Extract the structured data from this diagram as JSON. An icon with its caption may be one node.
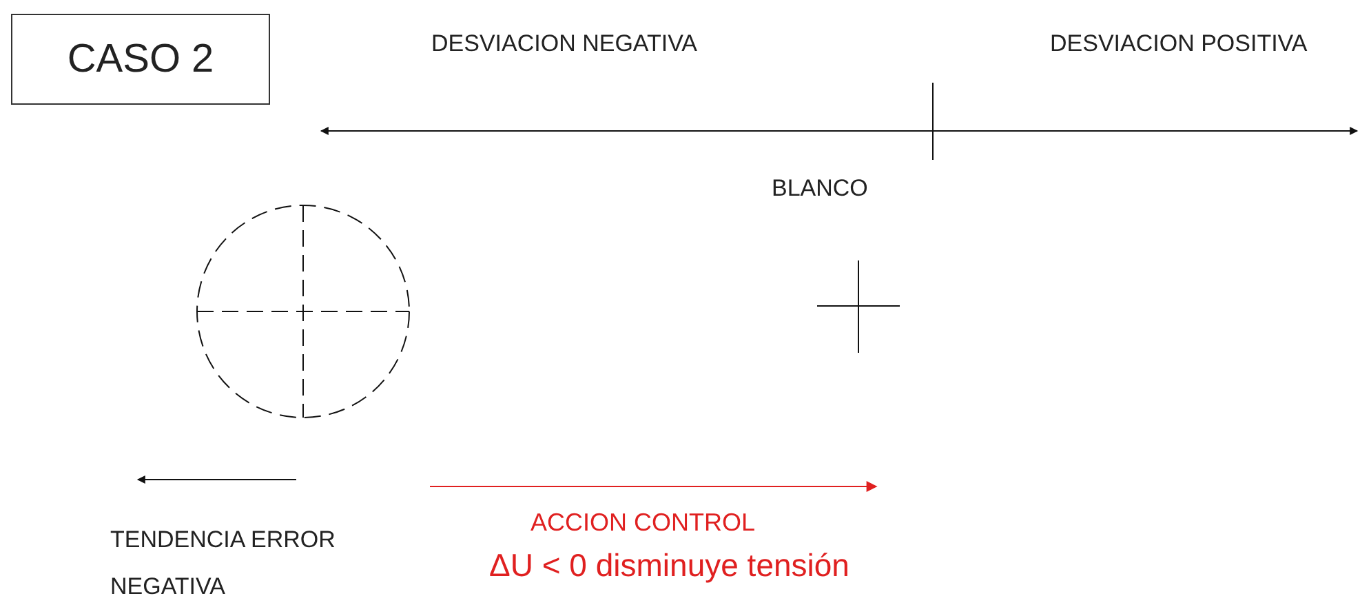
{
  "diagram": {
    "nodes": [
      {
        "text": [
          "CASO 2"
        ]
      }
    ],
    "labels": [
      "DESVIACION NEGATIVA",
      "DESVIACION POSITIVA",
      "BLANCO",
      "TENDENCIA ERROR NEGATIVA",
      "ACCION CONTROL",
      "ΔU < 0 disminuye tensión"
    ]
  }
}
